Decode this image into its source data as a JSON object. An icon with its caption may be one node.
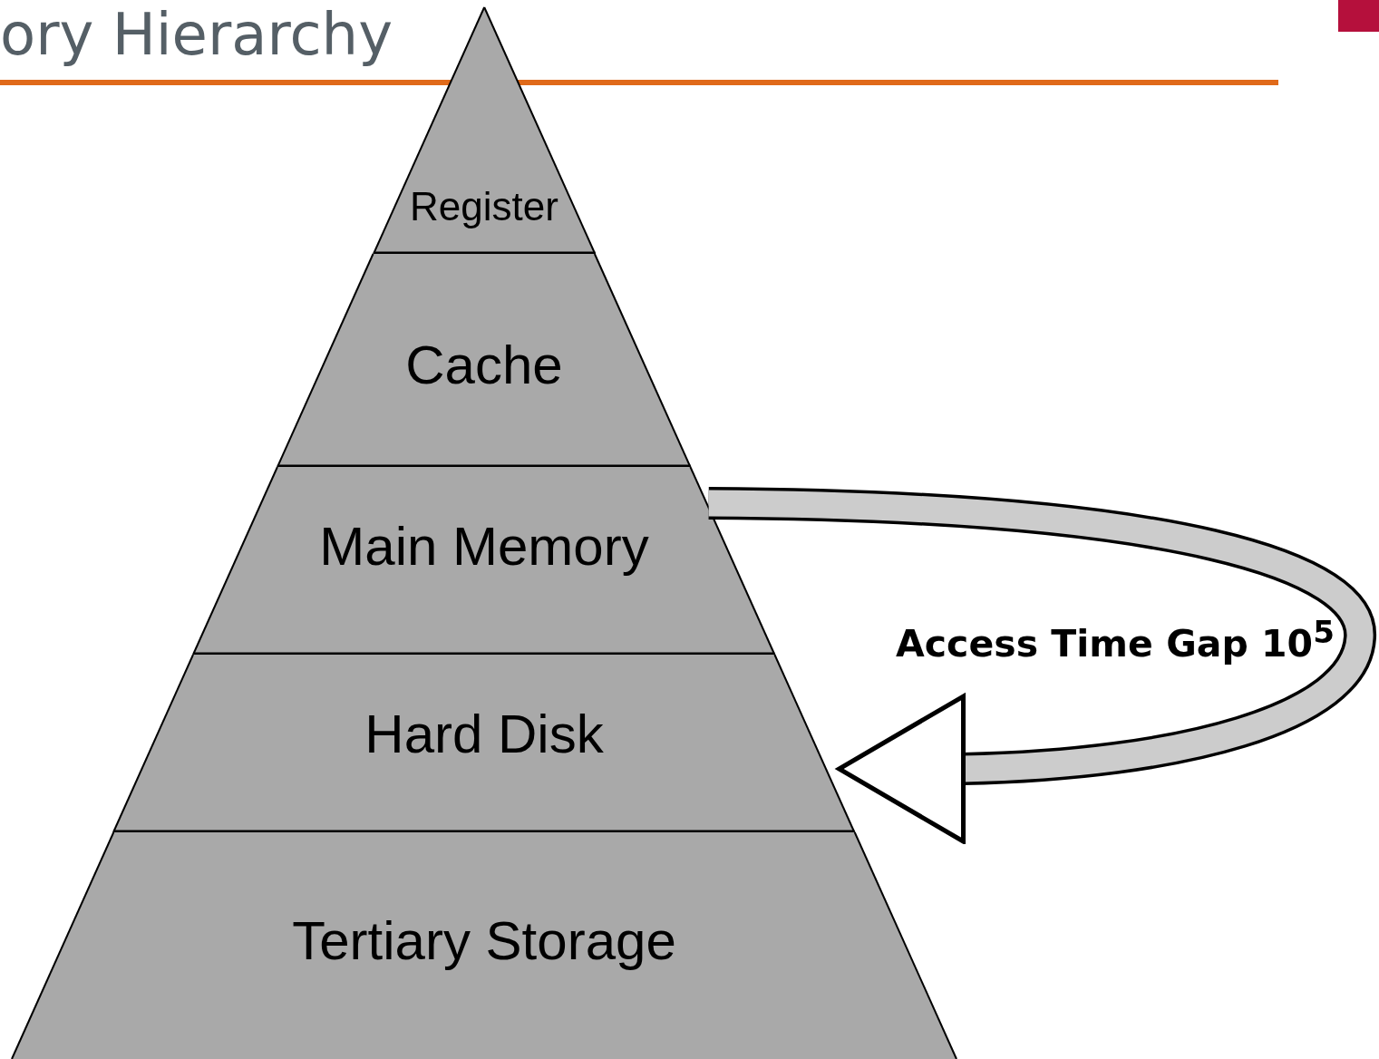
{
  "diagram": {
    "title": "ory Hierarchy",
    "nodes": [
      {
        "text": [
          "Register"
        ]
      },
      {
        "text": [
          "Cache"
        ]
      },
      {
        "text": [
          "Main Memory"
        ]
      },
      {
        "text": [
          "Hard Disk"
        ]
      },
      {
        "text": [
          "Tertiary Storage"
        ]
      }
    ],
    "edges": [
      {
        "from": 2,
        "to": 3,
        "arrow": "to",
        "label": "Access Time Gap 10$^{5}$"
      }
    ]
  }
}
